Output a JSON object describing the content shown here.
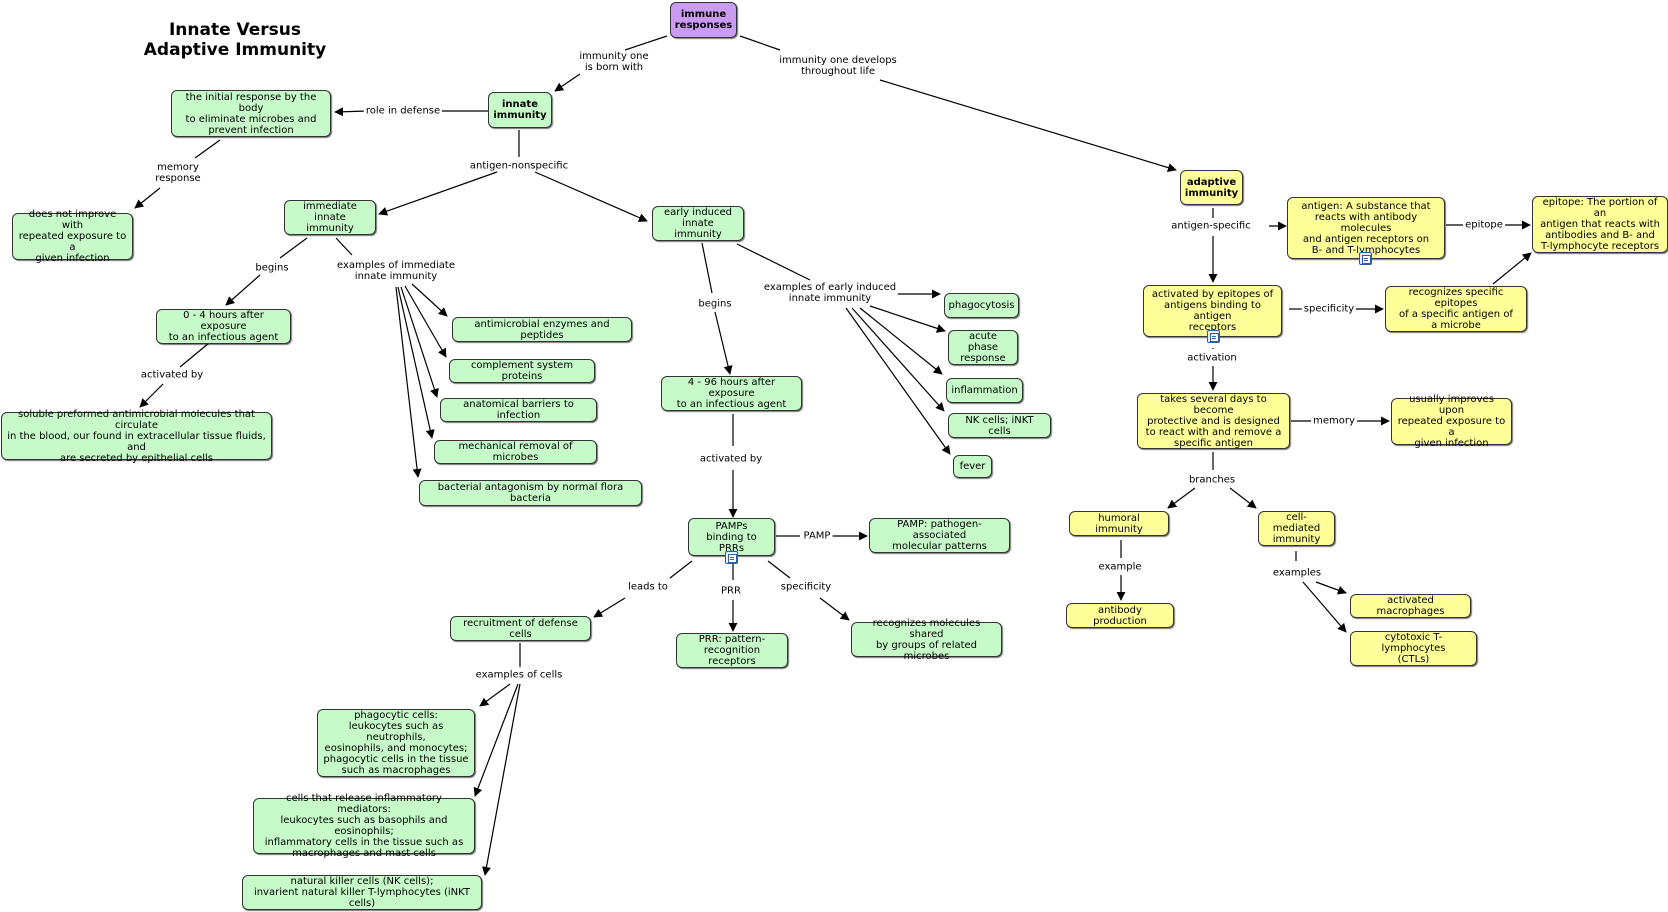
{
  "title": "Innate Versus\nAdaptive Immunity",
  "nodes": {
    "immune_responses": "immune\nresponses",
    "innate": "innate\nimmunity",
    "innate_role": "the initial response by the body\nto eliminate microbes and\nprevent infection",
    "innate_memory": "does not improve with\nrepeated exposure to a\ngiven infection",
    "immediate": "immediate\ninnate immunity",
    "imm_time": "0 - 4 hours after exposure\nto an infectious agent",
    "soluble": "soluble preformed antimicrobial molecules that circulate\nin the blood, our found in extracellular tissue fluids, and\nare secreted by epithelial cells",
    "antimicrobial": "antimicrobial enzymes and peptides",
    "complement": "complement system proteins",
    "anatomical": "anatomical barriers to infection",
    "mechanical": "mechanical removal of microbes",
    "bacterial": "bacterial antagonism by normal flora bacteria",
    "early": "early induced\ninnate immunity",
    "early_time": "4 - 96 hours after exposure\nto an infectious agent",
    "phagocytosis": "phagocytosis",
    "acute": "acute phase\nresponse",
    "inflammation": "inflammation",
    "nk": "NK cells; iNKT cells",
    "fever": "fever",
    "pamps": "PAMPs\nbinding to PRRs",
    "pamp_def": "PAMP: pathogen-associated\nmolecular patterns",
    "prr_def": "PRR: pattern-\nrecognition receptors",
    "recog_shared": "recognizes molecules shared\nby groups of related microbes",
    "recruit": "recruitment of defense cells",
    "phagocytic": "phagocytic cells:\nleukocytes such as neutrophils,\neosinophils, and monocytes;\nphagocytic cells in the tissue\nsuch as macrophages",
    "inflam_cells": "cells that release inflammatory mediators:\nleukocytes such as basophils and eosinophils;\ninflammatory cells in the tissue such as\nmacrophages and mast cells",
    "nk_cells": "natural killer cells (NK cells);\ninvarient natural killer T-lymphocytes (iNKT cells)",
    "adaptive": "adaptive\nimmunity",
    "antigen": "antigen: A substance that\nreacts with antibody molecules\nand antigen receptors on\nB- and T-lymphocytes",
    "epitope": "epitope: The portion of an\nantigen that reacts with\nantibodies and B- and\nT-lymphocyte receptors",
    "activated_by": "activated by epitopes of\nantigens binding to antigen\nreceptors",
    "recog_specific": "recognizes specific epitopes\nof a specific antigen of\na microbe",
    "takes_days": "takes several days to become\nprotective and is designed\nto react with and remove a\nspecific antigen",
    "improves": "usually improves upon\nrepeated exposure to a\ngiven infection",
    "humoral": "humoral immunity",
    "antibody": "antibody production",
    "cell_mediated": "cell-mediated\nimmunity",
    "macrophages": "activated macrophages",
    "ctl": "cytotoxic T-lymphocytes\n(CTLs)"
  },
  "labels": {
    "born_with": "immunity one\nis born with",
    "develops": "immunity one develops\nthroughout life",
    "role_defense": "role in defense",
    "memory_response": "memory\nresponse",
    "nonspecific": "antigen-nonspecific",
    "begins1": "begins",
    "examples_immediate": "examples of immediate\ninnate immunity",
    "activated_by1": "activated by",
    "begins2": "begins",
    "examples_early": "examples of early induced\ninnate immunity",
    "activated_by2": "activated by",
    "pamp": "PAMP",
    "prr": "PRR",
    "specificity1": "specificity",
    "leads_to": "leads to",
    "examples_cells": "examples of cells",
    "antigen_specific": "antigen-specific",
    "epitope": "epitope",
    "specificity2": "specificity",
    "activation": "activation",
    "memory": "memory",
    "branches": "branches",
    "example": "example",
    "examples": "examples"
  },
  "colors": {
    "innate_node": "#c6fbc9",
    "adaptive_node": "#ffff99",
    "root_node": "#c99cf2",
    "line": "#000000"
  }
}
